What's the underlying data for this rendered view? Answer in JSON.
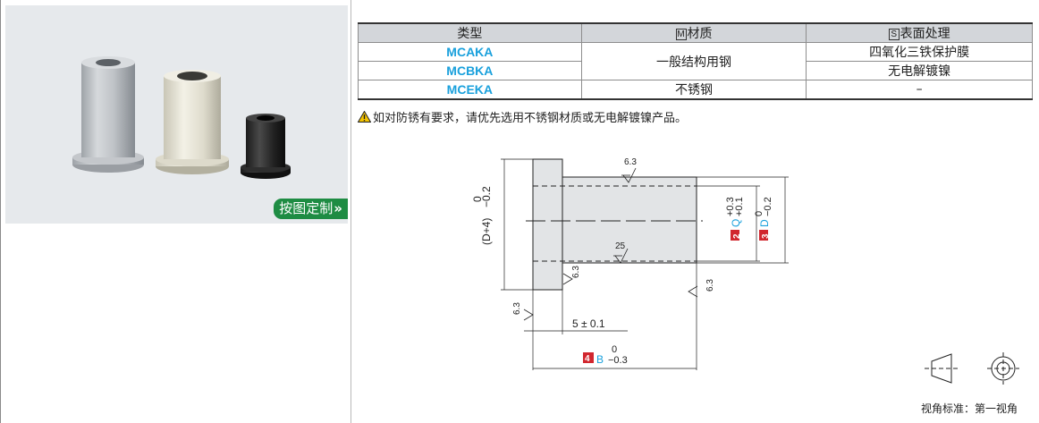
{
  "product_panel": {
    "custom_button_label": "按图定制",
    "custom_button_icon": "double-chevron-right-icon",
    "image_description_icon": "bushing-product-icon"
  },
  "spec_table": {
    "headers": [
      "类型",
      "材质",
      "表面处理"
    ],
    "header_badges": [
      "M",
      "S"
    ],
    "rows": [
      {
        "code": "MCAKA",
        "material": "一般结构用钢",
        "surface": "四氧化三铁保护膜"
      },
      {
        "code": "MCBKA",
        "material": "一般结构用钢",
        "surface": "无电解镀镍"
      },
      {
        "code": "MCEKA",
        "material": "不锈钢",
        "surface": "–"
      }
    ]
  },
  "note": {
    "icon": "warning-icon",
    "text": "如对防锈有要求，请优先选用不锈钢材质或无电解镀镍产品。"
  },
  "drawing": {
    "roughness": [
      "6.3",
      "25",
      "6.3",
      "6.3",
      "6.3"
    ],
    "flange_dim": "(D+4)",
    "flange_tol": [
      "0",
      "−0.2"
    ],
    "q_badge": "2",
    "q_letter": "Q",
    "q_tol": [
      "+0.3",
      "+0.1"
    ],
    "d_badge": "3",
    "d_letter": "D",
    "d_tol": [
      "0",
      "−0.2"
    ],
    "flange_thickness": "5 ± 0.1",
    "b_badge": "4",
    "b_letter": "B",
    "b_tol": [
      "0",
      "−0.3"
    ]
  },
  "projection": {
    "label": "视角标准：第一视角",
    "icon": "first-angle-projection-icon"
  },
  "colors": {
    "link_blue": "#19a0dc",
    "badge_red": "#d1262e",
    "button_green": "#1e8c43",
    "header_gray": "#d3d6da"
  }
}
